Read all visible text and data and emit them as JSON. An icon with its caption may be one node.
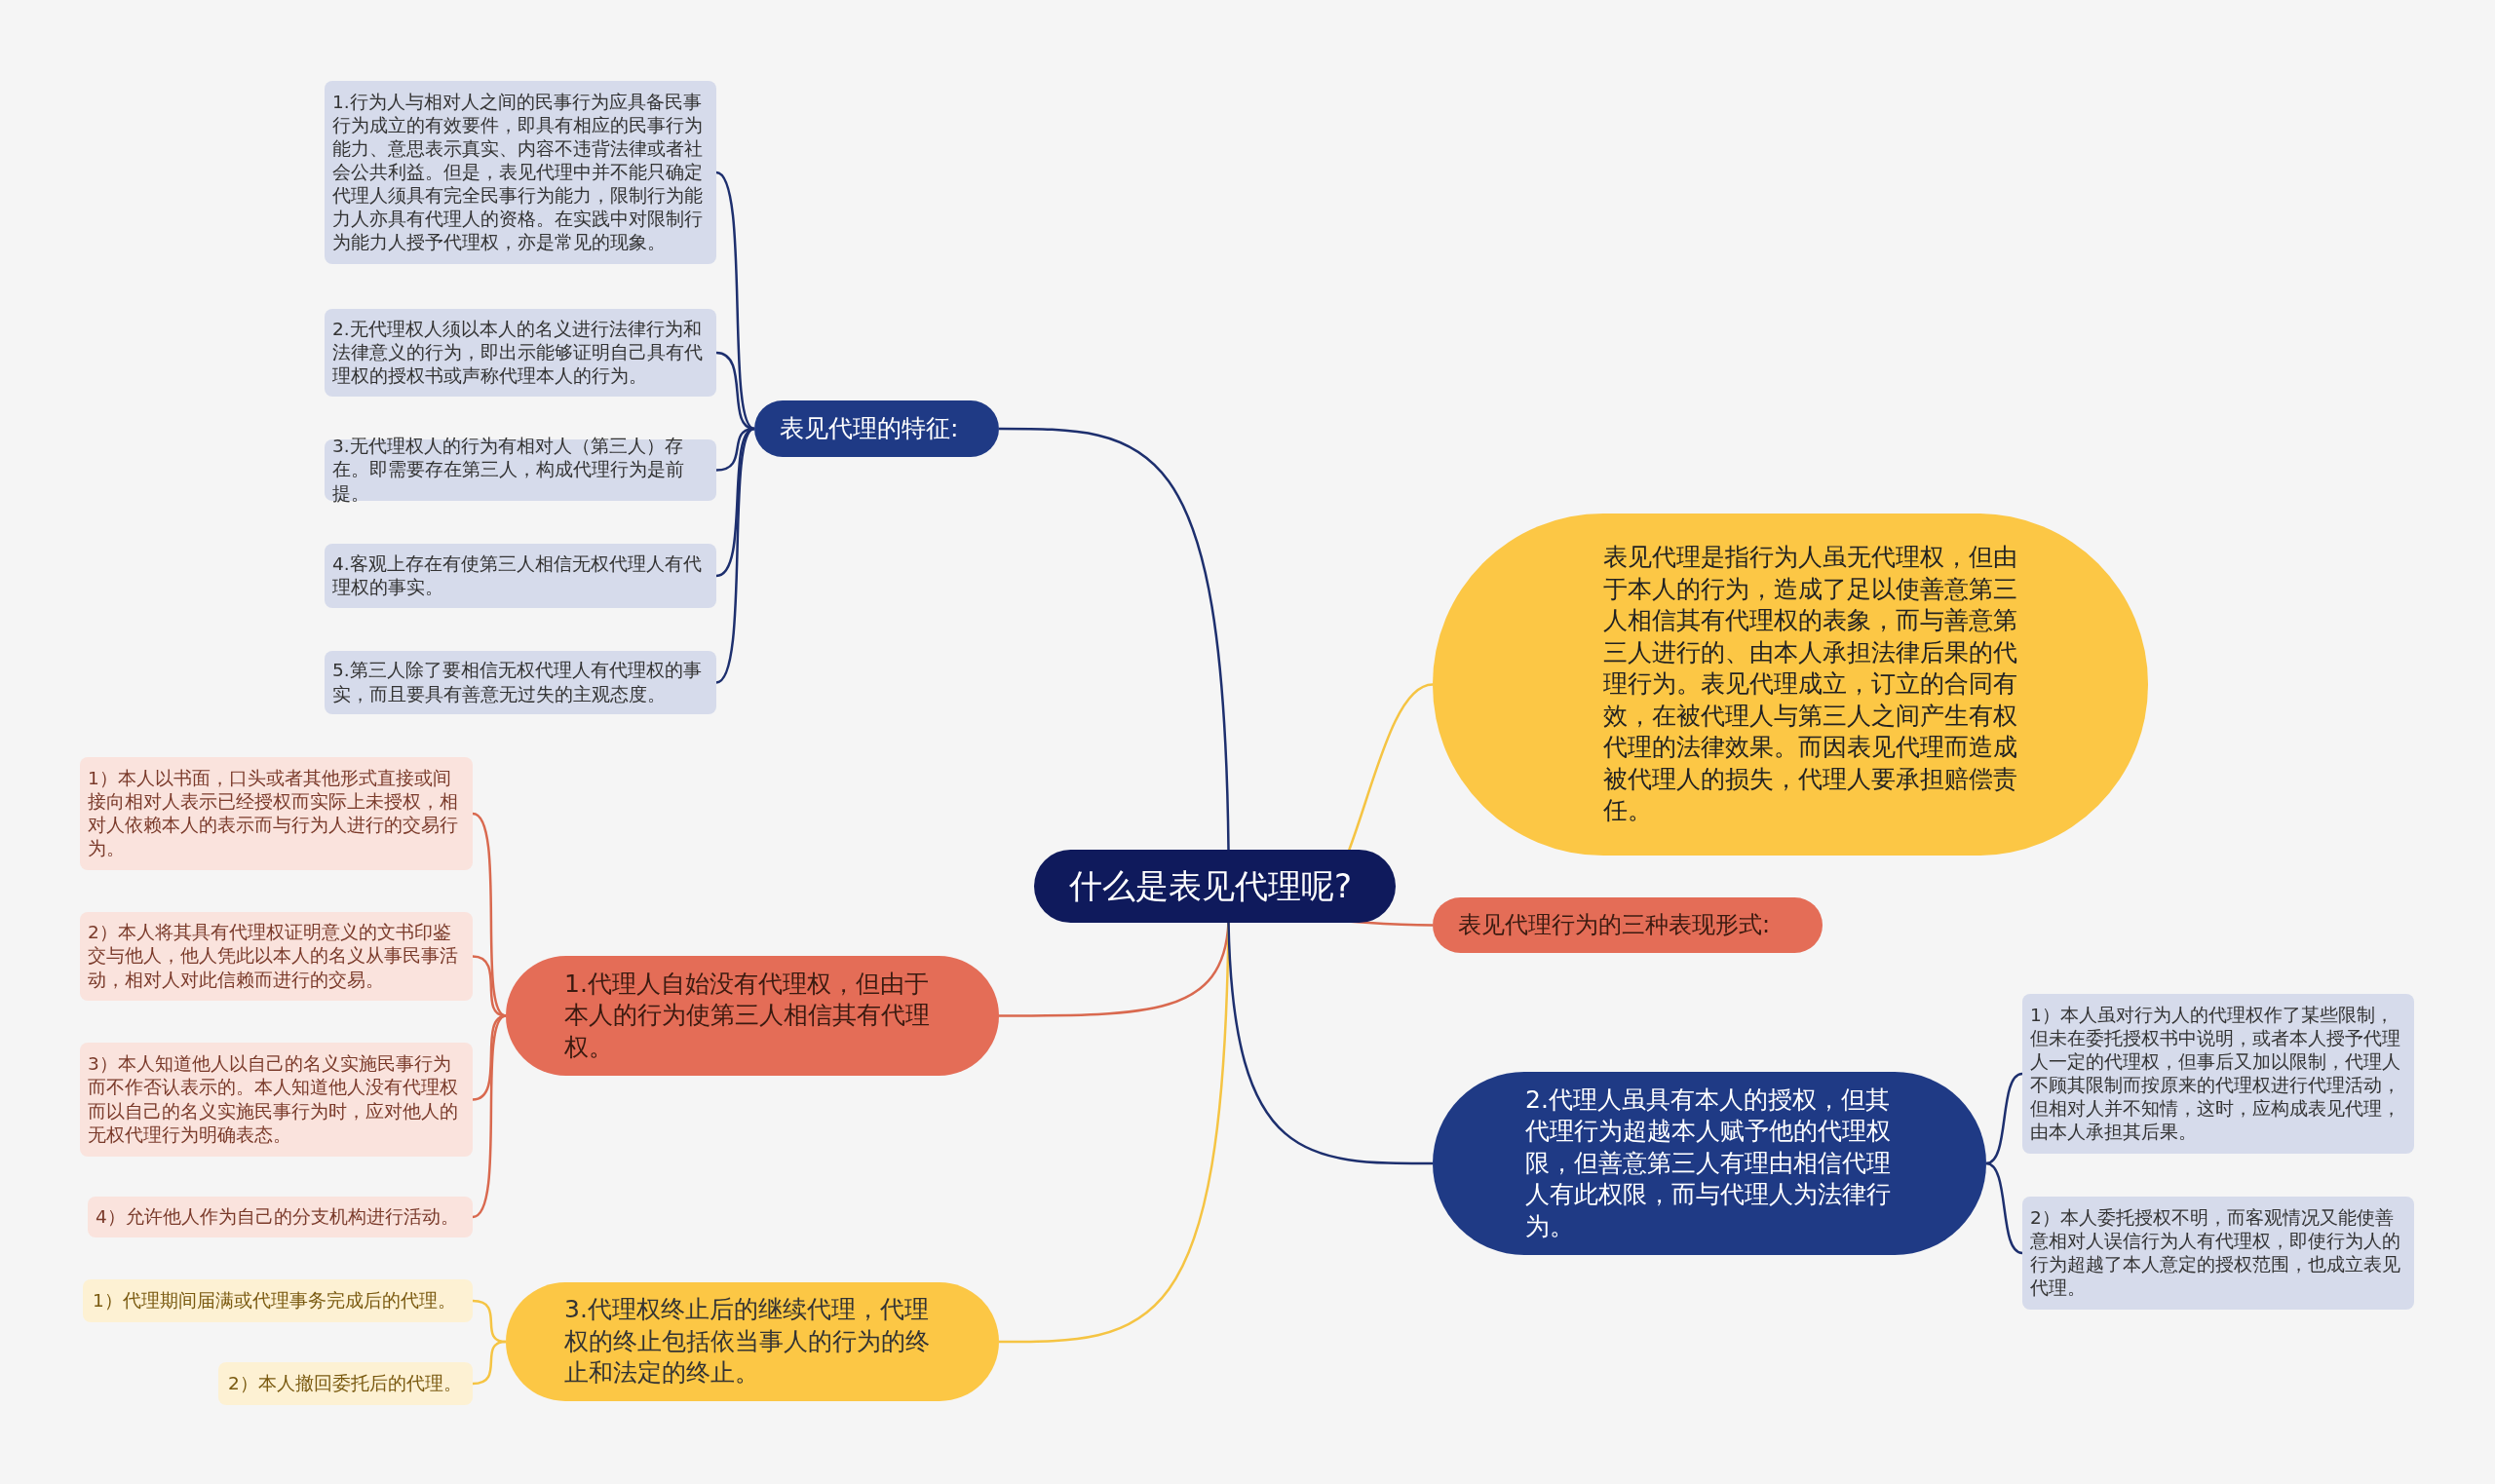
{
  "diagram": {
    "nodes": [
      {
        "text": [
          "什么是表见代理呢?"
        ]
      },
      {
        "text": [
          "表见代理的特征:"
        ]
      },
      {
        "text": [
          "1.行为人与相对人之间的民事行为应具备民事行为成立的有效要件，即具有相应的民事行为能力、意思表示真实、内容不违背法律或者社会公共利益。但是，表见代理中并不能只确定代理人须具有完全民事行为能力，限制行为能力人亦具有代理人的资格。在实践中对限制行为能力人授予代理权，亦是常见的现象。"
        ]
      },
      {
        "text": [
          "2.无代理权人须以本人的名义进行法律行为和法律意义的行为，即出示能够证明自己具有代理权的授权书或声称代理本人的行为。"
        ]
      },
      {
        "text": [
          "3.无代理权人的行为有相对人（第三人）存在。即需要存在第三人，构成代理行为是前提。"
        ]
      },
      {
        "text": [
          "4.客观上存在有使第三人相信无权代理人有代理权的事实。"
        ]
      },
      {
        "text": [
          "5.第三人除了要相信无权代理人有代理权的事实，而且要具有善意无过失的主观态度。"
        ]
      },
      {
        "text": [
          "表见代理是指行为人虽无代理权，但由于本人的行为，造成了足以使善意第三人相信其有代理权的表象，而与善意第三人进行的、由本人承担法律后果的代理行为。表见代理成立，订立的合同有效，在被代理人与第三人之间产生有权代理的法律效果。而因表见代理而造成被代理人的损失，代理人要承担赔偿责任。"
        ]
      },
      {
        "text": [
          "表见代理行为的三种表现形式:"
        ]
      },
      {
        "text": [
          "1.代理人自始没有代理权，但由于本人的行为使第三人相信其有代理权。"
        ]
      },
      {
        "text": [
          "1）本人以书面，口头或者其他形式直接或间接向相对人表示已经授权而实际上未授权，相对人依赖本人的表示而与行为人进行的交易行为。"
        ]
      },
      {
        "text": [
          "2）本人将其具有代理权证明意义的文书印鉴交与他人，他人凭此以本人的名义从事民事活动，相对人对此信赖而进行的交易。"
        ]
      },
      {
        "text": [
          "3）本人知道他人以自己的名义实施民事行为而不作否认表示的。本人知道他人没有代理权而以自己的名义实施民事行为时，应对他人的无权代理行为明确表态。"
        ]
      },
      {
        "text": [
          "4）允许他人作为自己的分支机构进行活动。"
        ]
      },
      {
        "text": [
          "3.代理权终止后的继续代理，代理权的终止包括依当事人的行为的终止和法定的终止。"
        ]
      },
      {
        "text": [
          "1）代理期间届满或代理事务完成后的代理。"
        ]
      },
      {
        "text": [
          "2）本人撤回委托后的代理。"
        ]
      },
      {
        "text": [
          "2.代理人虽具有本人的授权，但其代理行为超越本人赋予他的代理权限，但善意第三人有理由相信代理人有此权限，而与代理人为法律行为。"
        ]
      },
      {
        "text": [
          "1）本人虽对行为人的代理权作了某些限制，但未在委托授权书中说明，或者本人授予代理人一定的代理权，但事后又加以限制，代理人不顾其限制而按原来的代理权进行代理活动，但相对人并不知情，这时，应构成表见代理，由本人承担其后果。"
        ]
      },
      {
        "text": [
          "2）本人委托授权不明，而客观情况又能使善意相对人误信行为人有代理权，即使行为人的行为超越了本人意定的授权范围，也成立表见代理。"
        ]
      }
    ],
    "edges": [
      {
        "from": 0,
        "to": 1,
        "arrow": "none"
      },
      {
        "from": 1,
        "to": 2,
        "arrow": "none"
      },
      {
        "from": 1,
        "to": 3,
        "arrow": "none"
      },
      {
        "from": 1,
        "to": 4,
        "arrow": "none"
      },
      {
        "from": 1,
        "to": 5,
        "arrow": "none"
      },
      {
        "from": 1,
        "to": 6,
        "arrow": "none"
      },
      {
        "from": 0,
        "to": 7,
        "arrow": "none",
        "color": "#f5c443"
      },
      {
        "from": 0,
        "to": 8,
        "arrow": "none",
        "color": "#d9694f"
      },
      {
        "from": 0,
        "to": 9,
        "arrow": "none",
        "color": "#d9694f"
      },
      {
        "from": 9,
        "to": 10,
        "arrow": "none",
        "color": "#d9694f"
      },
      {
        "from": 9,
        "to": 11,
        "arrow": "none",
        "color": "#d9694f"
      },
      {
        "from": 9,
        "to": 12,
        "arrow": "none",
        "color": "#d9694f"
      },
      {
        "from": 9,
        "to": 13,
        "arrow": "none",
        "color": "#d9694f"
      },
      {
        "from": 0,
        "to": 14,
        "arrow": "none",
        "color": "#f5c443"
      },
      {
        "from": 14,
        "to": 15,
        "arrow": "none",
        "color": "#f5c443"
      },
      {
        "from": 14,
        "to": 16,
        "arrow": "none",
        "color": "#f5c443"
      },
      {
        "from": 0,
        "to": 17,
        "arrow": "none"
      },
      {
        "from": 17,
        "to": 18,
        "arrow": "none"
      },
      {
        "from": 17,
        "to": 19,
        "arrow": "none"
      }
    ]
  }
}
